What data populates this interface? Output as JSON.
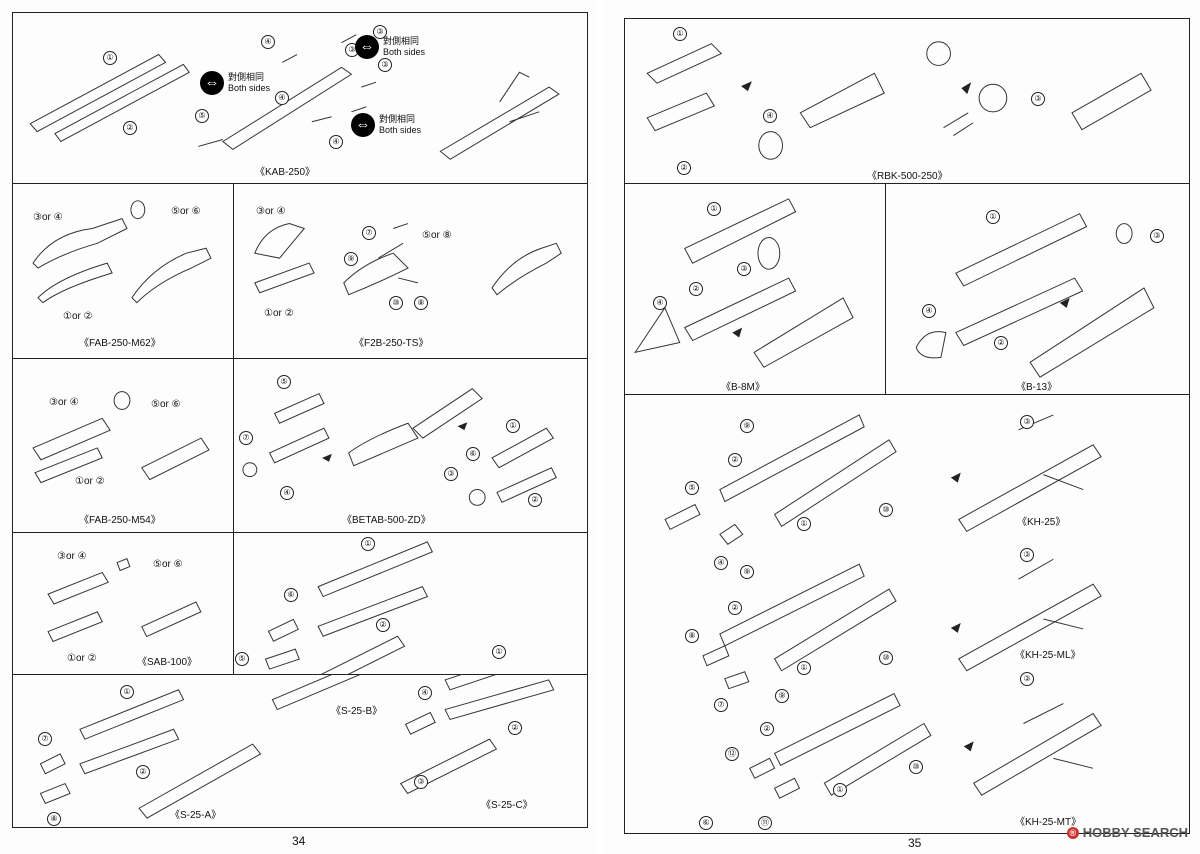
{
  "left_page": {
    "page_number": "34",
    "kab250": {
      "caption": "《KAB-250》",
      "parts": [
        "①",
        "②",
        "③",
        "③",
        "③",
        "④",
        "④",
        "④",
        "⑤"
      ],
      "both_sides": [
        {
          "zh": "對側相同",
          "en": "Both sides"
        },
        {
          "zh": "對側相同",
          "en": "Both sides"
        },
        {
          "zh": "對側相同",
          "en": "Both sides"
        }
      ]
    },
    "fab250m62": {
      "caption": "《FAB-250-M62》",
      "top_label": "③or ④",
      "right_label": "⑤or ⑥",
      "bottom_label": "①or ②"
    },
    "f2b250ts": {
      "caption": "《F2B-250-TS》",
      "top_label": "③or ④",
      "side_label": "⑤or ⑧",
      "bottom_label": "①or ②",
      "parts": [
        "⑦",
        "⑨",
        "⑩",
        "⑧"
      ]
    },
    "fab250m54": {
      "caption": "《FAB-250-M54》",
      "top_label": "③or ④",
      "right_label": "⑤or ⑥",
      "bottom_label": "①or ②"
    },
    "betab500zd": {
      "caption": "《BETAB-500-ZD》",
      "parts": [
        "⑤",
        "⑦",
        "④",
        "①",
        "⑥",
        "③",
        "②"
      ]
    },
    "sab100": {
      "caption": "《SAB-100》",
      "top_label": "③or ④",
      "right_label": "⑤or ⑥",
      "bottom_label": "①or ②"
    },
    "s25a": {
      "caption": "《S-25-A》",
      "parts": [
        "①",
        "②",
        "⑦",
        "⑧"
      ]
    },
    "s25b": {
      "caption": "《S-25-B》",
      "parts": [
        "①",
        "②",
        "⑥",
        "⑤"
      ]
    },
    "s25c": {
      "caption": "《S-25-C》",
      "parts": [
        "①",
        "②",
        "④",
        "③"
      ]
    }
  },
  "right_page": {
    "page_number": "35",
    "rbk500250": {
      "caption": "《RBK-500-250》",
      "parts": [
        "①",
        "②",
        "③",
        "④"
      ]
    },
    "b8m": {
      "caption": "《B-8M》",
      "parts": [
        "①",
        "②",
        "③",
        "④"
      ]
    },
    "b13": {
      "caption": "《B-13》",
      "parts": [
        "①",
        "②",
        "③",
        "④"
      ]
    },
    "kh25": {
      "caption": "《KH-25》",
      "parts": [
        "⑨",
        "②",
        "⑤",
        "①",
        "⑩",
        "④",
        "③"
      ]
    },
    "kh25ml": {
      "caption": "《KH-25-ML》",
      "parts": [
        "⑨",
        "②",
        "⑧",
        "①",
        "⑩",
        "⑦",
        "③"
      ]
    },
    "kh25mt": {
      "caption": "《KH-25-MT》",
      "parts": [
        "⑨",
        "②",
        "⑫",
        "①",
        "⑩",
        "⑥",
        "⑪",
        "③"
      ]
    }
  },
  "watermark": {
    "logo": "®",
    "text": "HOBBY SEARCH"
  }
}
